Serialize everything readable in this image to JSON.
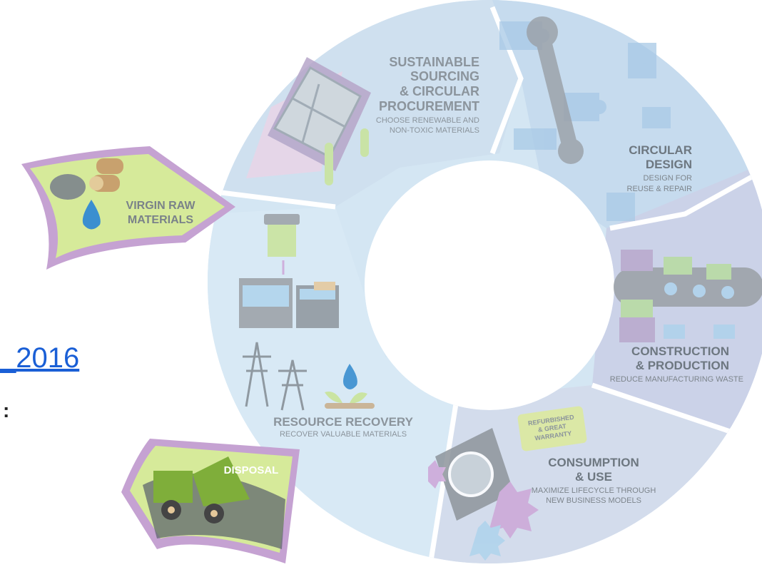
{
  "link_text": "_2016",
  "colon": ":",
  "colors": {
    "ring_light": "#d6e8f4",
    "ring_mid": "#c4d7ea",
    "ring_right": "#c9cfe6",
    "green_arrow": "#d6ea9a",
    "text_gray": "#8b949c",
    "text_dark": "#6d7780",
    "link": "#1a5fd6"
  },
  "segments": {
    "sourcing": {
      "title": [
        "SUSTAINABLE",
        "SOURCING",
        "& CIRCULAR",
        "PROCUREMENT"
      ],
      "subtitle": [
        "CHOOSE RENEWABLE AND",
        "NON-TOXIC MATERIALS"
      ]
    },
    "design": {
      "title": [
        "CIRCULAR",
        "DESIGN"
      ],
      "subtitle": [
        "DESIGN FOR",
        "REUSE & REPAIR"
      ]
    },
    "production": {
      "title": [
        "CONSTRUCTION",
        "& PRODUCTION"
      ],
      "subtitle": [
        "REDUCE MANUFACTURING WASTE"
      ]
    },
    "consumption": {
      "title": [
        "CONSUMPTION",
        "& USE"
      ],
      "subtitle": [
        "MAXIMIZE LIFECYCLE THROUGH",
        "NEW BUSINESS MODELS"
      ],
      "badge": [
        "REFURBISHED",
        "& GREAT",
        "WARRANTY"
      ]
    },
    "recovery": {
      "title": [
        "RESOURCE RECOVERY"
      ],
      "subtitle": [
        "RECOVER VALUABLE MATERIALS"
      ]
    }
  },
  "inputs": {
    "raw": {
      "title": [
        "VIRGIN RAW",
        "MATERIALS"
      ]
    },
    "disposal": {
      "title": [
        "DISPOSAL"
      ]
    }
  }
}
